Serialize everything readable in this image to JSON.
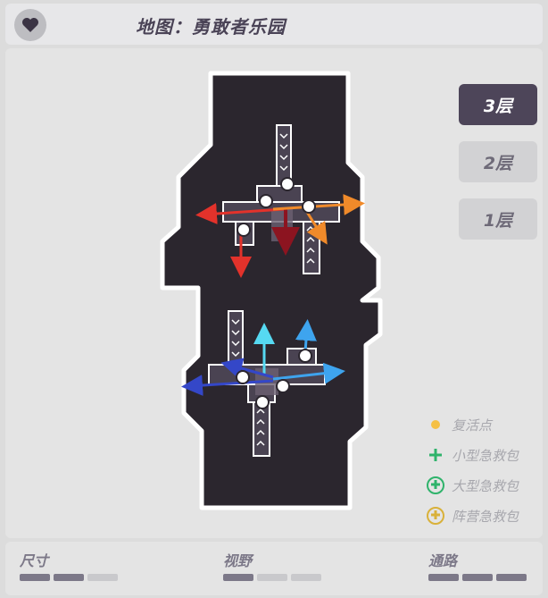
{
  "header": {
    "title": "地图：勇敢者乐园",
    "icon": "heart-icon"
  },
  "floors": [
    {
      "label": "3层",
      "active": true
    },
    {
      "label": "2层",
      "active": false
    },
    {
      "label": "1层",
      "active": false
    }
  ],
  "legend": [
    {
      "label": "复活点",
      "icon": "respawn-dot-icon",
      "color": "#f5c044"
    },
    {
      "label": "小型急救包",
      "icon": "plus-icon",
      "color": "#2fb36b"
    },
    {
      "label": "大型急救包",
      "icon": "medkit-large-icon",
      "color": "#2fb36b"
    },
    {
      "label": "阵营急救包",
      "icon": "medkit-team-icon",
      "color": "#d9b13a"
    }
  ],
  "stats": [
    {
      "label": "尺寸",
      "level": 2,
      "max": 3
    },
    {
      "label": "视野",
      "level": 1,
      "max": 3
    },
    {
      "label": "通路",
      "level": 3,
      "max": 3
    }
  ],
  "colors": {
    "map_fill": "#2b262e",
    "red": "#e3322b",
    "dark_red": "#8c1420",
    "orange": "#f08a2a",
    "cyan": "#56d9f2",
    "blue": "#3447c8",
    "light_blue": "#3ea4ee"
  }
}
